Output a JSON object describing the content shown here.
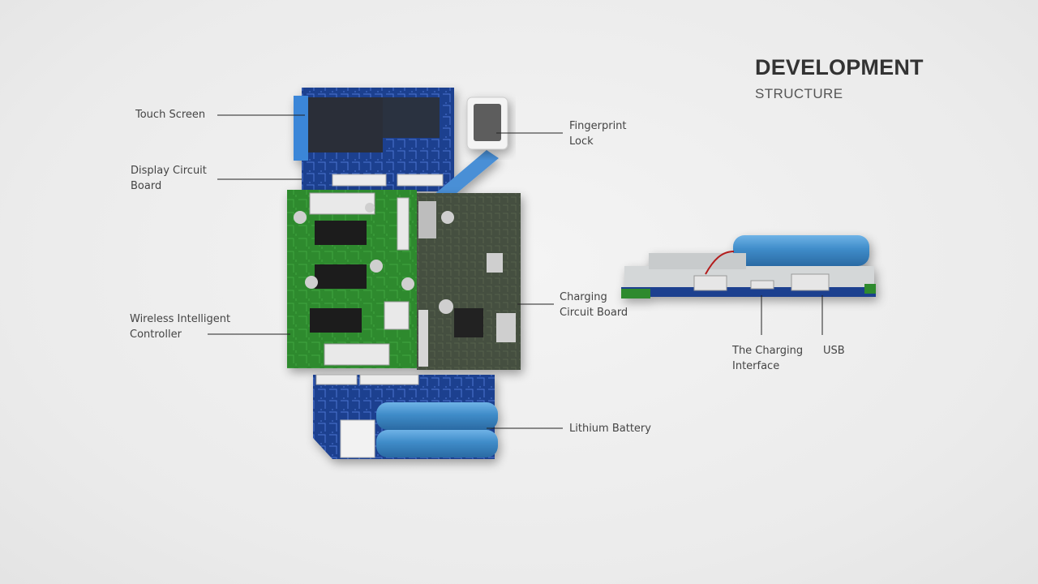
{
  "header": {
    "title": "DEVELOPMENT",
    "subtitle": "STRUCTURE"
  },
  "labels": {
    "touch_screen": "Touch Screen",
    "display_circuit_board": "Display Circuit\nBoard",
    "fingerprint_lock": "Fingerprint\nLock",
    "charging_circuit_board": "Charging\nCircuit Board",
    "wireless_controller": "Wireless Intelligent\nController",
    "lithium_battery": "Lithium Battery",
    "charging_interface": "The Charging\nInterface",
    "usb": "USB"
  },
  "colors": {
    "pcb_blue": "#1f3f8f",
    "pcb_green": "#2f8a2f",
    "pcb_dark": "#3f4a3c",
    "battery": "#3f8cc9",
    "ribbon": "#4a8fd6"
  }
}
